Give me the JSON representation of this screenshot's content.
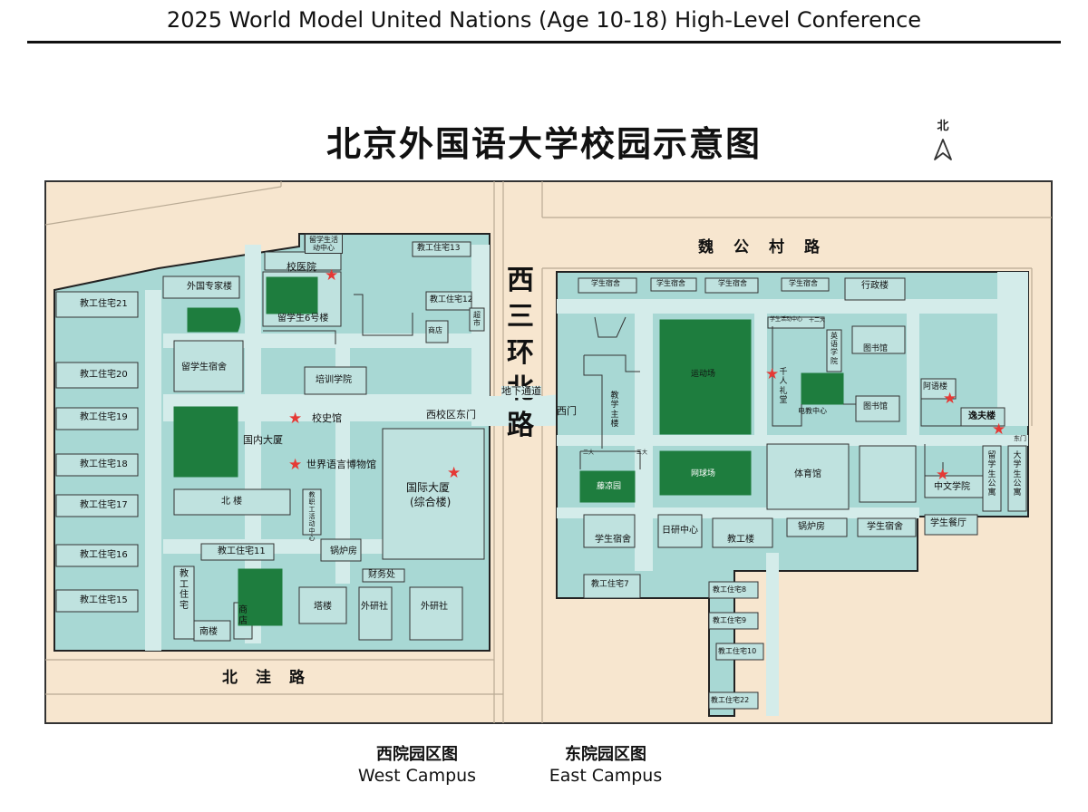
{
  "header": {
    "title": "2025 World Model United Nations (Age 10-18) High-Level Conference"
  },
  "map": {
    "title": "北京外国语大学校园示意图",
    "north_label": "北",
    "roads": {
      "top": "魏公村路",
      "vertical": "西三环北路",
      "bottom": "北洼路"
    },
    "underpass": "地下通道",
    "west_gate": "西门",
    "west_east_gate": "西校区东门",
    "colors": {
      "campus": "#a8d8d4",
      "building": "#bfe2df",
      "green": "#1e7d3e",
      "ground": "#f7e6cf",
      "star": "#e53935"
    },
    "west": {
      "caption_cn": "西院园区图",
      "caption_en": "West Campus",
      "labels": {
        "lx": "留学生活动中心",
        "jz13": "教工住宅13",
        "xyy": "校医院",
        "wgzj": "外国专家楼",
        "jz21": "教工住宅21",
        "jz12": "教工住宅12",
        "lx6": "留学生6号楼",
        "cs": "超市",
        "sd": "商店",
        "lxss": "留学生宿舍",
        "jz20": "教工住宅20",
        "pxxy": "培训学院",
        "jz19": "教工住宅19",
        "xsg": "校史馆",
        "gndx": "国内大厦",
        "jz18": "教工住宅18",
        "sjyy": "世界语言博物馆",
        "gjdx": "国际大厦",
        "zhl": "(综合楼)",
        "jz17": "教工住宅17",
        "bl": "北 楼",
        "jghd": "教职工活动中心",
        "jz16": "教工住宅16",
        "jz11": "教工住宅11",
        "glf": "锅炉房",
        "cwc": "财务处",
        "jgzz": "教工住宅",
        "jz15": "教工住宅15",
        "tl": "塔楼",
        "wys1": "外研社",
        "wys2": "外研社",
        "sd2": "商店",
        "nl": "南楼"
      }
    },
    "east": {
      "caption_cn": "东院园区图",
      "caption_en": "East Campus",
      "labels": {
        "ss1": "学生宿舍",
        "ss2": "学生宿舍",
        "ss3": "学生宿舍",
        "ss4": "学生宿舍",
        "xzl": "行政楼",
        "xshd": "学生活动中心",
        "eryi": "十二大",
        "yyxy": "英语学院",
        "tsg1": "图书馆",
        "ydc": "运动场",
        "qrlt": "千人礼堂",
        "jxzl": "教学主楼",
        "djzx": "电教中心",
        "tsg2": "图书馆",
        "ayl": "阿语楼",
        "yfl": "逸夫楼",
        "dm": "东门",
        "erda": "二大",
        "sanda": "三大",
        "mly": "藤凉园",
        "wqc": "网球场",
        "tyg": "体育馆",
        "lxsgy": "留学生公寓",
        "dxsgy": "大学生公寓",
        "zwxy": "中文学院",
        "ss5": "学生宿舍",
        "ryzx": "日研中心",
        "jgl": "教工楼",
        "glf": "锅炉房",
        "ss6": "学生宿舍",
        "xsct": "学生餐厅",
        "jz7": "教工住宅7",
        "jz8": "教工住宅8",
        "jz9": "教工住宅9",
        "jz10": "教工住宅10",
        "jz22": "教工住宅22"
      }
    }
  }
}
